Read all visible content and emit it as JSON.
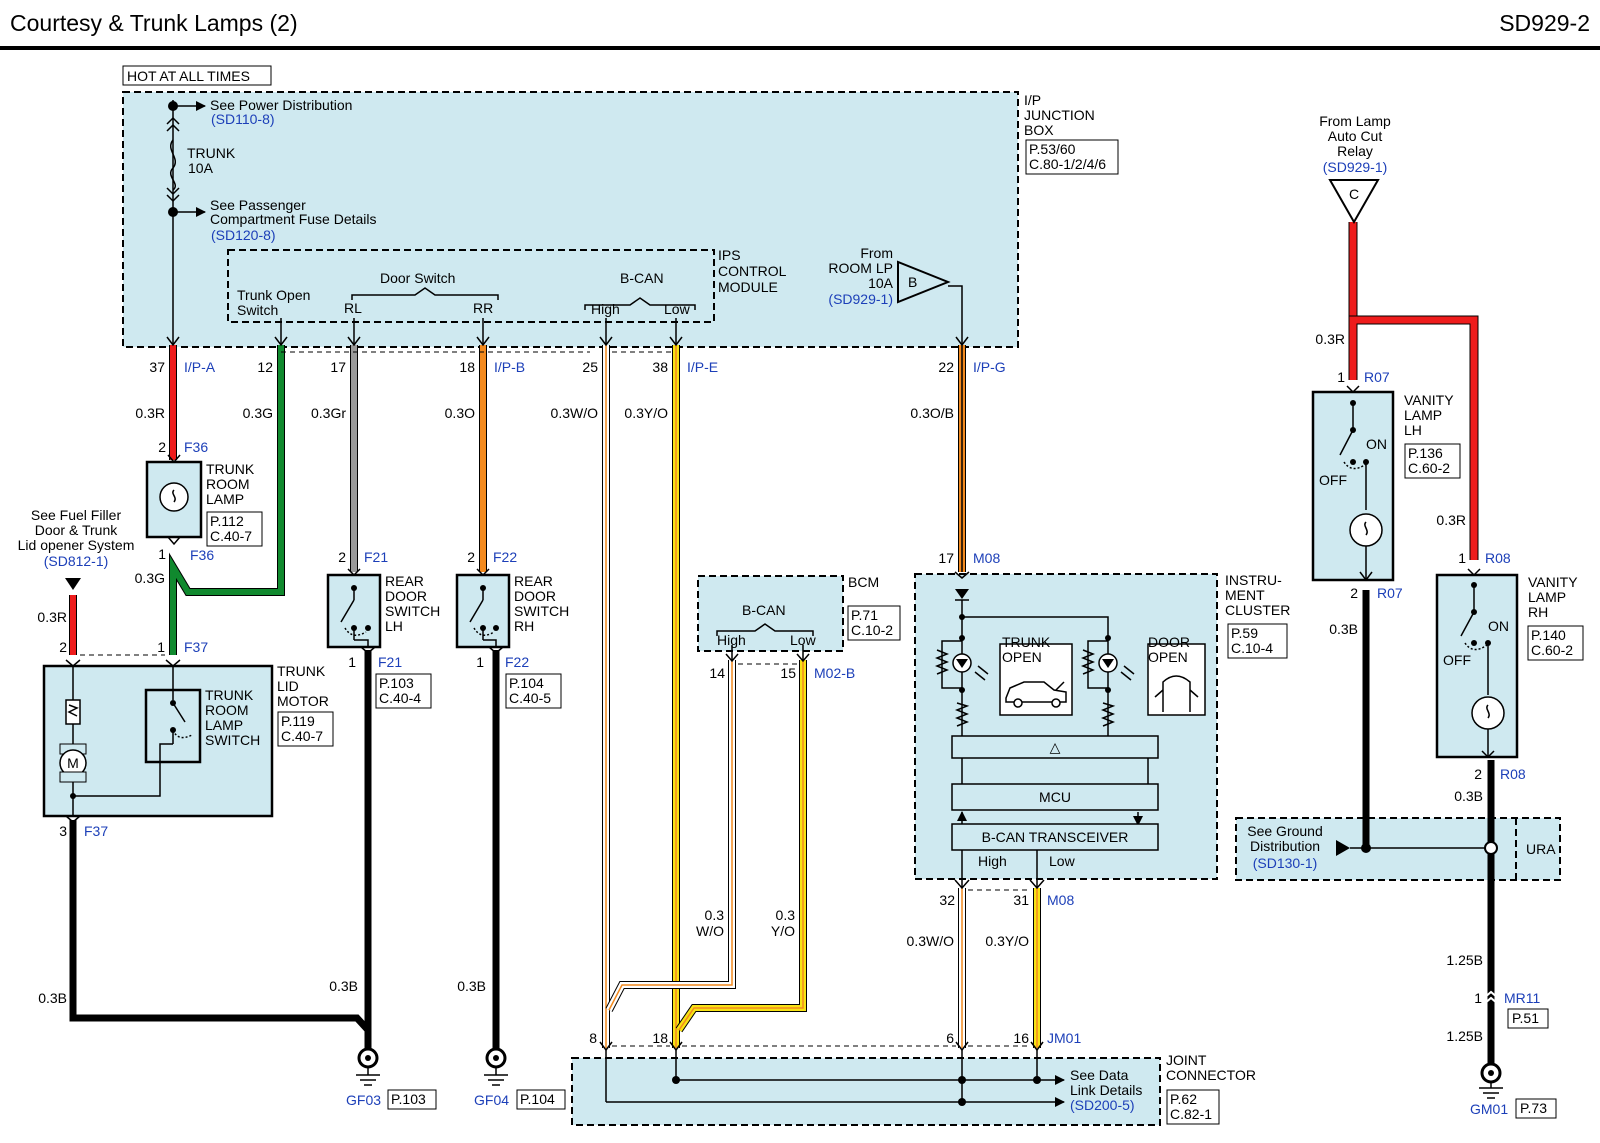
{
  "header": {
    "title": "Courtesy & Trunk Lamps (2)",
    "code": "SD929-2"
  },
  "hot": "HOT AT ALL TIMES",
  "junction": {
    "name": [
      "I/P",
      "JUNCTION",
      "BOX"
    ],
    "ref": [
      "P.53/60",
      "C.80-1/2/4/6"
    ],
    "power": "See Power Distribution",
    "power_ref": "(SD110-8)",
    "fuse": [
      "TRUNK",
      "10A"
    ],
    "pass_fuse": [
      "See Passenger",
      "Compartment Fuse Details"
    ],
    "pass_ref": "(SD120-8)",
    "ips": [
      "IPS",
      "CONTROL",
      "MODULE"
    ],
    "trunk_open_switch": [
      "Trunk Open",
      "Switch"
    ],
    "door_switch": "Door Switch",
    "rl": "RL",
    "rr": "RR",
    "bcan": "B-CAN",
    "high": "High",
    "low": "Low",
    "from_room": [
      "From",
      "ROOM LP",
      "10A"
    ],
    "from_room_ref": "(SD929-1)",
    "conn_b": "B"
  },
  "pins_top": [
    {
      "pin": "37",
      "conn": "I/P-A"
    },
    {
      "pin": "12",
      "conn": ""
    },
    {
      "pin": "17",
      "conn": ""
    },
    {
      "pin": "18",
      "conn": "I/P-B"
    },
    {
      "pin": "25",
      "conn": ""
    },
    {
      "pin": "38",
      "conn": "I/P-E"
    },
    {
      "pin": "22",
      "conn": "I/P-G"
    }
  ],
  "wires": {
    "w_37": "0.3R",
    "w_12": "0.3G",
    "w_17": "0.3Gr",
    "w_18": "0.3O",
    "w_25": "0.3W/O",
    "w_38": "0.3Y/O",
    "w_22": "0.3O/B",
    "w_fuel": "0.3R",
    "w_green2": "0.3G",
    "w_gf03_a": "0.3B",
    "w_gf03_b": "0.3B",
    "w_gf04": "0.3B",
    "w_bcm_h": [
      "0.3",
      "W/O"
    ],
    "w_bcm_l": [
      "0.3",
      "Y/O"
    ],
    "w_32": "0.3W/O",
    "w_31": "0.3Y/O",
    "w_vlh_top": "0.3R",
    "w_vlh_bot": "0.3B",
    "w_vrh_top": "0.3R",
    "w_vrh_bot": "0.3B",
    "w_mr11_a": "1.25B",
    "w_mr11_b": "1.25B"
  },
  "trunk_room_lamp": {
    "name": [
      "TRUNK",
      "ROOM",
      "LAMP"
    ],
    "ref": [
      "P.112",
      "C.40-7"
    ],
    "pin_top": "2",
    "conn_top": "F36",
    "pin_bot": "1",
    "conn_bot": "F36"
  },
  "fuel_filler": {
    "text": [
      "See Fuel Filler",
      "Door & Trunk",
      "Lid opener System"
    ],
    "ref": "(SD812-1)"
  },
  "trunk_lid_motor": {
    "name": [
      "TRUNK",
      "LID",
      "MOTOR"
    ],
    "ref": [
      "P.119",
      "C.40-7"
    ],
    "switch": [
      "TRUNK",
      "ROOM",
      "LAMP",
      "SWITCH"
    ],
    "pin_2": "2",
    "pin_1": "1",
    "conn": "F37",
    "pin_3": "3",
    "conn_bot": "F37",
    "motor": "M"
  },
  "rear_lh": {
    "name": [
      "REAR",
      "DOOR",
      "SWITCH",
      "LH"
    ],
    "ref": [
      "P.103",
      "C.40-4"
    ],
    "pin_top": "2",
    "conn_top": "F21",
    "pin_bot": "1",
    "conn_bot": "F21"
  },
  "rear_rh": {
    "name": [
      "REAR",
      "DOOR",
      "SWITCH",
      "RH"
    ],
    "ref": [
      "P.104",
      "C.40-5"
    ],
    "pin_top": "2",
    "conn_top": "F22",
    "pin_bot": "1",
    "conn_bot": "F22"
  },
  "bcm": {
    "name": "BCM",
    "ref": [
      "P.71",
      "C.10-2"
    ],
    "bcan": "B-CAN",
    "high": "High",
    "low": "Low",
    "pin_h": "14",
    "pin_l": "15",
    "conn": "M02-B"
  },
  "cluster": {
    "name": [
      "INSTRU-",
      "MENT",
      "CLUSTER"
    ],
    "ref": [
      "P.59",
      "C.10-4"
    ],
    "pin_top": "17",
    "conn_top": "M08",
    "trunk_open": [
      "TRUNK",
      "OPEN"
    ],
    "door_open": [
      "DOOR",
      "OPEN"
    ],
    "mcu": "MCU",
    "xcvr": "B-CAN TRANSCEIVER",
    "delta": "△",
    "high": "High",
    "low": "Low",
    "pin_h": "32",
    "pin_l": "31",
    "conn_bot": "M08"
  },
  "from_lamp": {
    "text": [
      "From Lamp",
      "Auto Cut",
      "Relay"
    ],
    "ref": "(SD929-1)",
    "conn": "C"
  },
  "vanity_lh": {
    "name": [
      "VANITY",
      "LAMP",
      "LH"
    ],
    "ref": [
      "P.136",
      "C.60-2"
    ],
    "on": "ON",
    "off": "OFF",
    "pin_top": "1",
    "conn_top": "R07",
    "pin_bot": "2",
    "conn_bot": "R07"
  },
  "vanity_rh": {
    "name": [
      "VANITY",
      "LAMP",
      "RH"
    ],
    "ref": [
      "P.140",
      "C.60-2"
    ],
    "on": "ON",
    "off": "OFF",
    "pin_top": "1",
    "conn_top": "R08",
    "pin_bot": "2",
    "conn_bot": "R08"
  },
  "ground_dist": {
    "text": [
      "See Ground",
      "Distribution"
    ],
    "ref": "(SD130-1)",
    "ura": "URA"
  },
  "mr11": {
    "pin": "1",
    "conn": "MR11",
    "ref": "P.51"
  },
  "grounds": [
    {
      "name": "GF03",
      "ref": "P.103"
    },
    {
      "name": "GF04",
      "ref": "P.104"
    },
    {
      "name": "GM01",
      "ref": "P.73"
    }
  ],
  "joint": {
    "name": [
      "JOINT",
      "CONNECTOR"
    ],
    "ref": [
      "P.62",
      "C.82-1"
    ],
    "pins": [
      "8",
      "18",
      "6",
      "16"
    ],
    "conn": "JM01",
    "data": [
      "See Data",
      "Link Details"
    ],
    "data_ref": "(SD200-5)"
  },
  "colors": {
    "red": "#ee1c1c",
    "green": "#10892e",
    "gray": "#9a9a9a",
    "orange": "#f38a1e",
    "yellow": "#f7e314",
    "black": "#000000",
    "panel": "#cfe9f0",
    "ref_blue": "#1c3fb8"
  }
}
